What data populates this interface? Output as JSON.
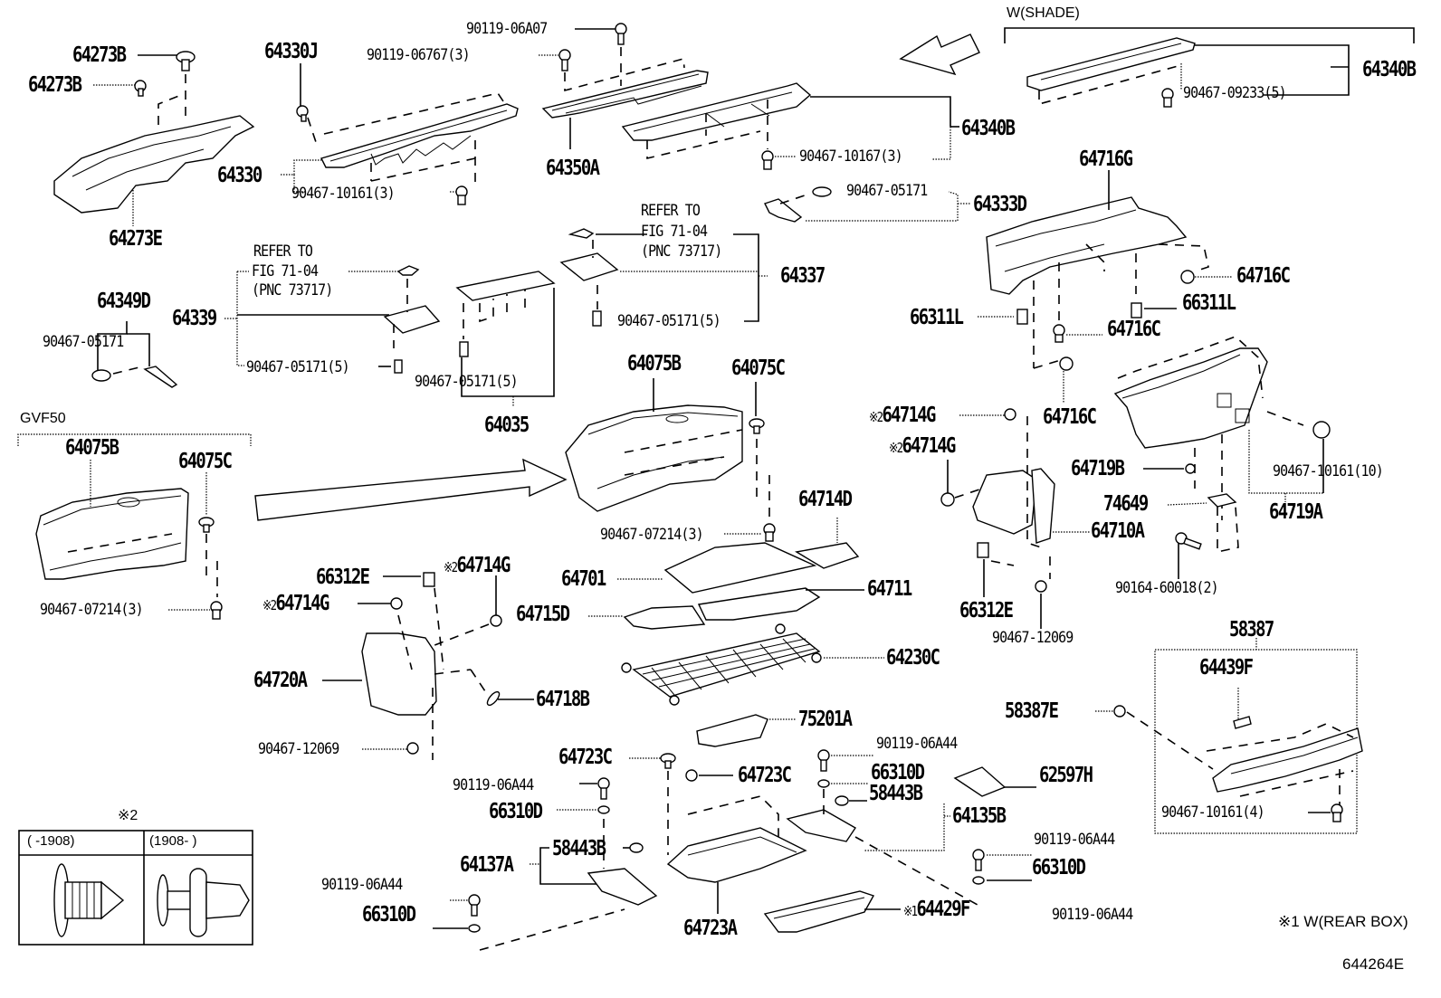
{
  "diagram": {
    "figure_id": "644264E",
    "groups": {
      "shade": "W(SHADE)",
      "gvf50": "GVF50",
      "note2_title": "※2",
      "note2_col1": "(     -1908)",
      "note2_col2": "(1908-     )",
      "note1": "※1 W(REAR BOX)"
    },
    "labels": [
      {
        "id": "l1",
        "text": "64273B",
        "cls": "big"
      },
      {
        "id": "l2",
        "text": "64273B",
        "cls": "big"
      },
      {
        "id": "l3",
        "text": "64273E",
        "cls": "big"
      },
      {
        "id": "l4",
        "text": "64330J",
        "cls": "big"
      },
      {
        "id": "l5",
        "text": "64330",
        "cls": "big"
      },
      {
        "id": "l6",
        "text": "90467-10161(3)",
        "cls": "small"
      },
      {
        "id": "l7",
        "text": "90119-06A07",
        "cls": "small"
      },
      {
        "id": "l8",
        "text": "90119-06767(3)",
        "cls": "small"
      },
      {
        "id": "l9",
        "text": "64350A",
        "cls": "big"
      },
      {
        "id": "l10",
        "text": "64340B",
        "cls": "big"
      },
      {
        "id": "l11",
        "text": "90467-10167(3)",
        "cls": "small"
      },
      {
        "id": "l12",
        "text": "64340B",
        "cls": "big"
      },
      {
        "id": "l13",
        "text": "90467-09233(5)",
        "cls": "small"
      },
      {
        "id": "l14",
        "text": "90467-05171",
        "cls": "small"
      },
      {
        "id": "l15",
        "text": "64333D",
        "cls": "big"
      },
      {
        "id": "l16",
        "text": "64716G",
        "cls": "big"
      },
      {
        "id": "l17",
        "text": "REFER TO",
        "cls": "small"
      },
      {
        "id": "l18",
        "text": "FIG 71-04",
        "cls": "small"
      },
      {
        "id": "l19",
        "text": "(PNC 73717)",
        "cls": "small"
      },
      {
        "id": "l20",
        "text": "64337",
        "cls": "big"
      },
      {
        "id": "l21",
        "text": "90467-05171(5)",
        "cls": "small"
      },
      {
        "id": "l22",
        "text": "REFER TO",
        "cls": "small"
      },
      {
        "id": "l23",
        "text": "FIG 71-04",
        "cls": "small"
      },
      {
        "id": "l24",
        "text": "(PNC 73717)",
        "cls": "small"
      },
      {
        "id": "l25",
        "text": "64339",
        "cls": "big"
      },
      {
        "id": "l26",
        "text": "90467-05171(5)",
        "cls": "small"
      },
      {
        "id": "l27",
        "text": "90467-05171(5)",
        "cls": "small"
      },
      {
        "id": "l28",
        "text": "64035",
        "cls": "big"
      },
      {
        "id": "l29",
        "text": "64349D",
        "cls": "big"
      },
      {
        "id": "l30",
        "text": "90467-05171",
        "cls": "small"
      },
      {
        "id": "l31",
        "text": "64716C",
        "cls": "big"
      },
      {
        "id": "l32",
        "text": "66311L",
        "cls": "big"
      },
      {
        "id": "l33",
        "text": "66311L",
        "cls": "big"
      },
      {
        "id": "l34",
        "text": "64716C",
        "cls": "big"
      },
      {
        "id": "l35",
        "text": "64716C",
        "cls": "big"
      },
      {
        "id": "l36",
        "text": "64075B",
        "cls": "big"
      },
      {
        "id": "l37",
        "text": "64075C",
        "cls": "big"
      },
      {
        "id": "l38",
        "text": "90467-07214(3)",
        "cls": "small"
      },
      {
        "id": "l39",
        "text": "64075B",
        "cls": "big"
      },
      {
        "id": "l40",
        "text": "64075C",
        "cls": "big"
      },
      {
        "id": "l41",
        "text": "90467-07214(3)",
        "cls": "small"
      },
      {
        "id": "l42",
        "text": "64714G",
        "cls": "big",
        "mark": "※2"
      },
      {
        "id": "l43",
        "text": "64714G",
        "cls": "big",
        "mark": "※2"
      },
      {
        "id": "l44",
        "text": "64719B",
        "cls": "big"
      },
      {
        "id": "l45",
        "text": "90467-10161(10)",
        "cls": "small"
      },
      {
        "id": "l46",
        "text": "74649",
        "cls": "big"
      },
      {
        "id": "l47",
        "text": "64719A",
        "cls": "big"
      },
      {
        "id": "l48",
        "text": "64710A",
        "cls": "big"
      },
      {
        "id": "l49",
        "text": "90164-60018(2)",
        "cls": "small"
      },
      {
        "id": "l50",
        "text": "66312E",
        "cls": "big"
      },
      {
        "id": "l51",
        "text": "90467-12069",
        "cls": "small"
      },
      {
        "id": "l52",
        "text": "64714D",
        "cls": "big"
      },
      {
        "id": "l53",
        "text": "64701",
        "cls": "big"
      },
      {
        "id": "l54",
        "text": "64711",
        "cls": "big"
      },
      {
        "id": "l55",
        "text": "64715D",
        "cls": "big"
      },
      {
        "id": "l56",
        "text": "64230C",
        "cls": "big"
      },
      {
        "id": "l57",
        "text": "66312E",
        "cls": "big"
      },
      {
        "id": "l58",
        "text": "64714G",
        "cls": "big",
        "mark": "※2"
      },
      {
        "id": "l59",
        "text": "64714G",
        "cls": "big",
        "mark": "※2"
      },
      {
        "id": "l60",
        "text": "64720A",
        "cls": "big"
      },
      {
        "id": "l61",
        "text": "64718B",
        "cls": "big"
      },
      {
        "id": "l62",
        "text": "90467-12069",
        "cls": "small"
      },
      {
        "id": "l63",
        "text": "75201A",
        "cls": "big"
      },
      {
        "id": "l64",
        "text": "58387",
        "cls": "big"
      },
      {
        "id": "l65",
        "text": "64439F",
        "cls": "big"
      },
      {
        "id": "l66",
        "text": "58387E",
        "cls": "big"
      },
      {
        "id": "l67",
        "text": "90467-10161(4)",
        "cls": "small"
      },
      {
        "id": "l68",
        "text": "64723C",
        "cls": "big"
      },
      {
        "id": "l69",
        "text": "90119-06A44",
        "cls": "small"
      },
      {
        "id": "l70",
        "text": "64723C",
        "cls": "big"
      },
      {
        "id": "l71",
        "text": "66310D",
        "cls": "big"
      },
      {
        "id": "l72",
        "text": "62597H",
        "cls": "big"
      },
      {
        "id": "l73",
        "text": "90119-06A44",
        "cls": "small"
      },
      {
        "id": "l74",
        "text": "66310D",
        "cls": "big"
      },
      {
        "id": "l75",
        "text": "58443B",
        "cls": "big"
      },
      {
        "id": "l76",
        "text": "64135B",
        "cls": "big"
      },
      {
        "id": "l77",
        "text": "58443B",
        "cls": "big"
      },
      {
        "id": "l78",
        "text": "64137A",
        "cls": "big"
      },
      {
        "id": "l79",
        "text": "90119-06A44",
        "cls": "small"
      },
      {
        "id": "l80",
        "text": "66310D",
        "cls": "big"
      },
      {
        "id": "l81",
        "text": "90119-06A44",
        "cls": "small"
      },
      {
        "id": "l82",
        "text": "66310D",
        "cls": "big"
      },
      {
        "id": "l83",
        "text": "64723A",
        "cls": "big"
      },
      {
        "id": "l84",
        "text": "64429F",
        "cls": "big",
        "mark": "※1"
      },
      {
        "id": "l85",
        "text": "90119-06A44",
        "cls": "small"
      }
    ]
  }
}
